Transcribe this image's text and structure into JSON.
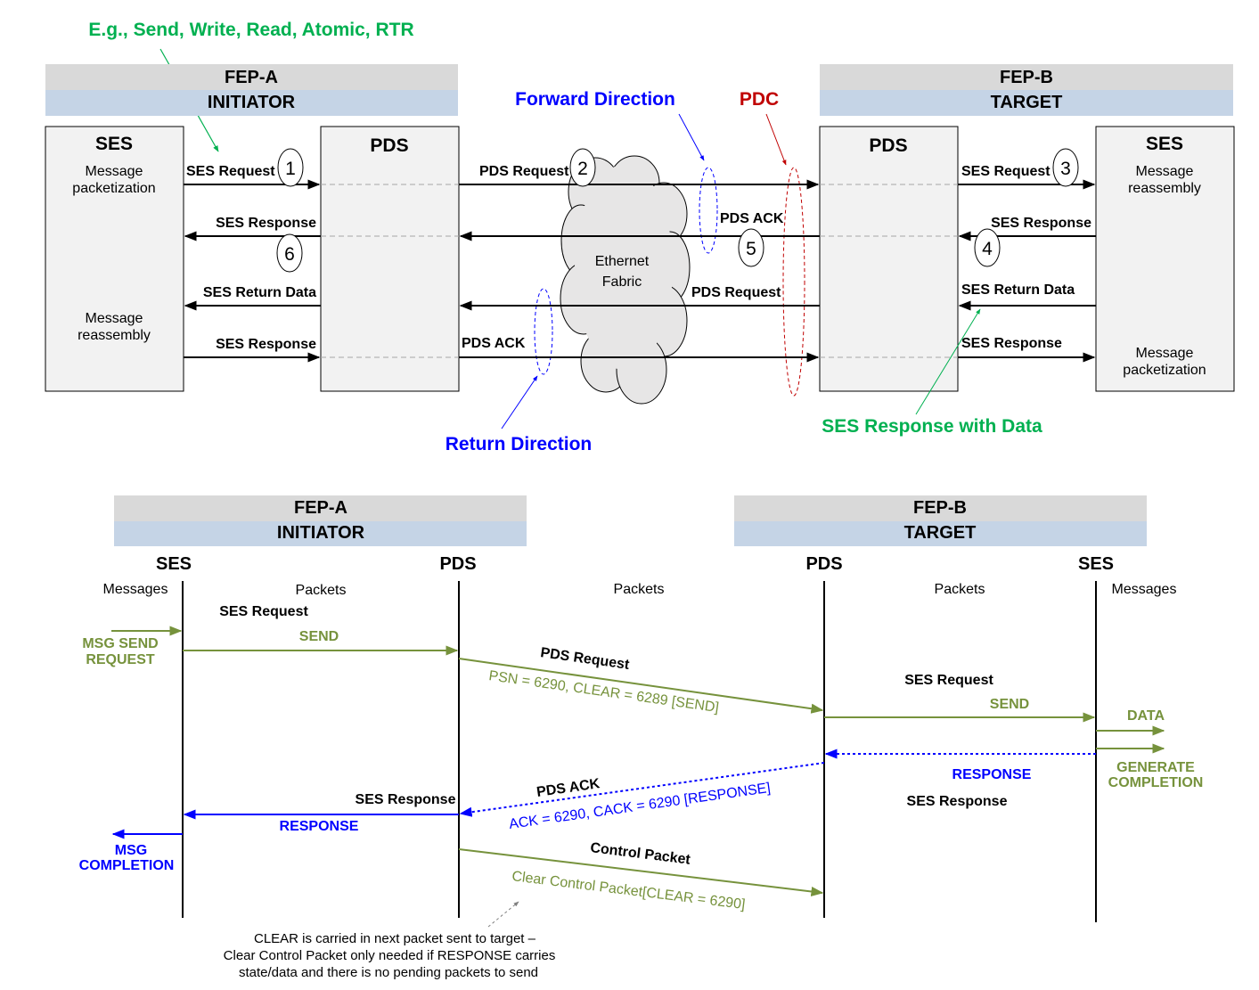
{
  "callouts": {
    "examples": "E.g., Send, Write, Read, Atomic, RTR",
    "forward_direction": "Forward Direction",
    "pdc": "PDC",
    "return_direction": "Return Direction",
    "ses_response_with_data": "SES Response with Data"
  },
  "top": {
    "fep_a": {
      "name": "FEP-A",
      "role": "INITIATOR"
    },
    "fep_b": {
      "name": "FEP-B",
      "role": "TARGET"
    },
    "ses_a": {
      "title": "SES",
      "line1": "Message",
      "line2": "packetization",
      "line3": "Message",
      "line4": "reassembly"
    },
    "pds_a": {
      "title": "PDS"
    },
    "pds_b": {
      "title": "PDS"
    },
    "ses_b": {
      "title": "SES",
      "line1": "Message",
      "line2": "reassembly",
      "line3": "Message",
      "line4": "packetization"
    },
    "cloud": {
      "line1": "Ethernet",
      "line2": "Fabric"
    },
    "labels": {
      "ses_request_a": "SES Request",
      "ses_response_a1": "SES Response",
      "ses_return_data_a": "SES Return Data",
      "ses_response_a2": "SES Response",
      "pds_request_fwd": "PDS Request",
      "pds_ack_5": "PDS ACK",
      "pds_request_ret": "PDS Request",
      "pds_ack_ret": "PDS ACK",
      "ses_request_b": "SES Request",
      "ses_response_b1": "SES Response",
      "ses_return_data_b": "SES Return Data",
      "ses_response_b2": "SES Response"
    },
    "steps": [
      "1",
      "2",
      "3",
      "4",
      "5",
      "6"
    ]
  },
  "bottom": {
    "fep_a": {
      "name": "FEP-A",
      "role": "INITIATOR"
    },
    "fep_b": {
      "name": "FEP-B",
      "role": "TARGET"
    },
    "col_ses_a": "SES",
    "col_pds_a": "PDS",
    "col_pds_b": "PDS",
    "col_ses_b": "SES",
    "sub_messages_a": "Messages",
    "sub_packets_1": "Packets",
    "sub_packets_2": "Packets",
    "sub_packets_3": "Packets",
    "sub_messages_b": "Messages",
    "ses_request_a": "SES Request",
    "send_a": "SEND",
    "msg_send_1": "MSG SEND",
    "msg_send_2": "REQUEST",
    "pds_request": "PDS Request",
    "psn_detail": "PSN = 6290, CLEAR = 6289  [SEND]",
    "ses_request_b": "SES Request",
    "send_b": "SEND",
    "data": "DATA",
    "response_b": "RESPONSE",
    "gen_completion_1": "GENERATE",
    "gen_completion_2": "COMPLETION",
    "ses_response_b": "SES Response",
    "pds_ack": "PDS ACK",
    "ack_detail": "ACK = 6290, CACK = 6290 [RESPONSE]",
    "ses_response_a": "SES Response",
    "response_a": "RESPONSE",
    "msg_completion_1": "MSG",
    "msg_completion_2": "COMPLETION",
    "control_packet": "Control Packet",
    "clear_detail": "Clear Control Packet[CLEAR = 6290]",
    "note_1": "CLEAR is carried in next packet sent to target –",
    "note_2": "Clear Control Packet only needed if RESPONSE carries",
    "note_3": "state/data and there is no pending packets to send"
  },
  "colors": {
    "green_callout": "#00b050",
    "blue_callout": "#0000ff",
    "red_callout": "#c00000",
    "olive": "#76923c",
    "header_gray": "#d9d9d9",
    "header_blue": "#c5d4e6",
    "box_fill": "#f2f2f2"
  }
}
